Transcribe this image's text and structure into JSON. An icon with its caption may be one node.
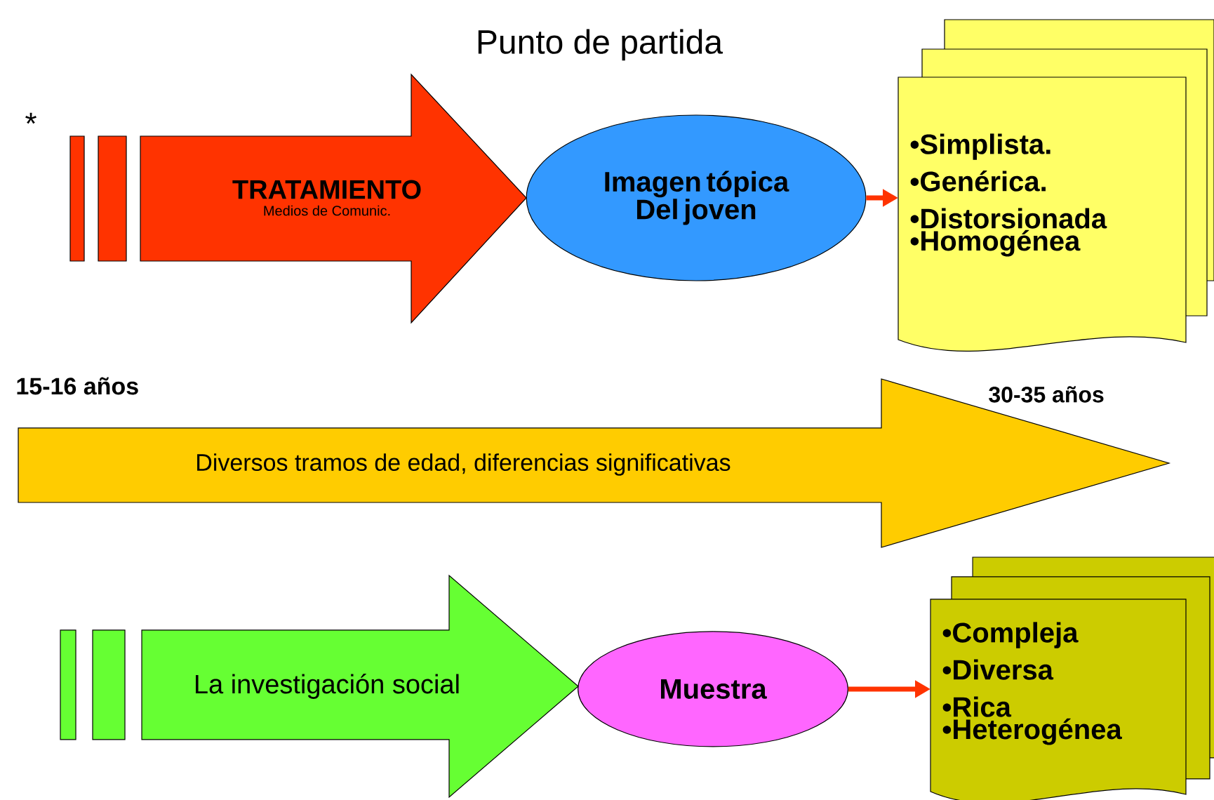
{
  "diagram": {
    "title": "Punto de partida",
    "nodes": [
      {
        "text": [
          "TRATAMIENTO",
          "Medios de Comunic."
        ]
      },
      {
        "text": [
          "Imagen tópica Del joven"
        ]
      },
      {
        "text": [
          "•Simplista.",
          "•Genérica.",
          "•Distorsionada",
          "•Homogénea"
        ]
      },
      {
        "text": [
          "Diversos tramos de edad, diferencias significativas"
        ]
      },
      {
        "text": [
          "La investigación social"
        ]
      },
      {
        "text": [
          "Muestra"
        ]
      },
      {
        "text": [
          "•Compleja",
          "•Diversa",
          "•Rica",
          "•Heterogénea"
        ]
      }
    ],
    "edges": [
      {
        "from": 1,
        "to": 2,
        "arrow": "to"
      },
      {
        "from": 5,
        "to": 6,
        "arrow": "to"
      }
    ],
    "labels": [
      "*",
      "15-16 años",
      "30-35 años"
    ]
  }
}
